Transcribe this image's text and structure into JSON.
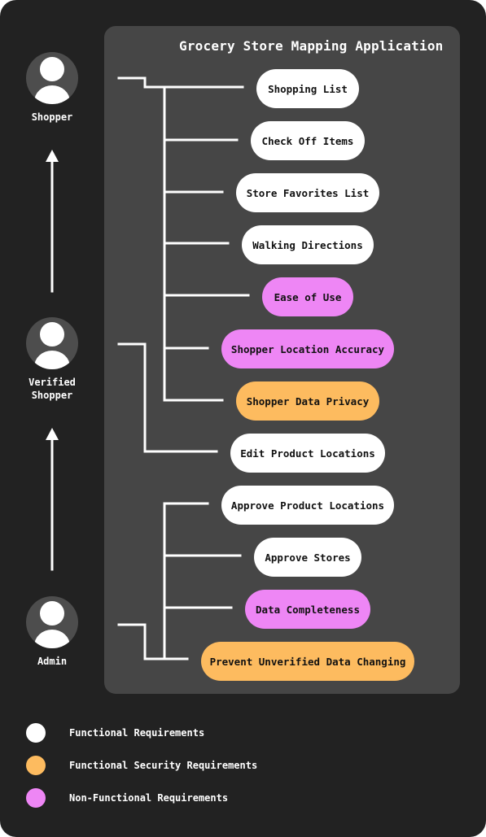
{
  "title": "Grocery Store Mapping Application",
  "colors": {
    "functional": "#ffffff",
    "functional_security": "#fdbb5f",
    "non_functional": "#ee86f5",
    "background": "#222222",
    "panel": "#464646"
  },
  "actors": [
    {
      "label": "Shopper"
    },
    {
      "label": "Verified\nShopper"
    },
    {
      "label": "Admin"
    }
  ],
  "requirements": [
    {
      "label": "Shopping List",
      "kind": "functional"
    },
    {
      "label": "Check Off Items",
      "kind": "functional"
    },
    {
      "label": "Store Favorites List",
      "kind": "functional"
    },
    {
      "label": "Walking Directions",
      "kind": "functional"
    },
    {
      "label": "Ease of Use",
      "kind": "non_functional"
    },
    {
      "label": "Shopper Location Accuracy",
      "kind": "non_functional"
    },
    {
      "label": "Shopper Data Privacy",
      "kind": "functional_security"
    },
    {
      "label": "Edit Product Locations",
      "kind": "functional"
    },
    {
      "label": "Approve Product Locations",
      "kind": "functional"
    },
    {
      "label": "Approve Stores",
      "kind": "functional"
    },
    {
      "label": "Data Completeness",
      "kind": "non_functional"
    },
    {
      "label": "Prevent Unverified Data Changing",
      "kind": "functional_security"
    }
  ],
  "legend": [
    {
      "label": "Functional Requirements",
      "kind": "functional"
    },
    {
      "label": "Functional Security Requirements",
      "kind": "functional_security"
    },
    {
      "label": "Non-Functional Requirements",
      "kind": "non_functional"
    }
  ]
}
